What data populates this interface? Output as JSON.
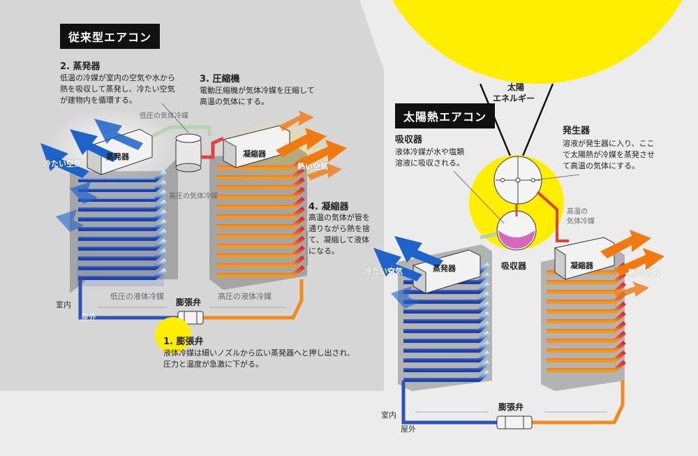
{
  "colors": {
    "cold": "#2f55b7",
    "hot": "#e33b2c",
    "warm": "#f08a1e",
    "sun": "#ffee00",
    "bg_left": "#d8d8d8",
    "bg_right": "#ececec"
  },
  "left": {
    "title": "従来型エアコン",
    "step2": {
      "heading": "2. 蒸発器",
      "lines": [
        "低温の冷媒が室内の空気や水から",
        "熱を吸収して蒸発し、冷たい空気",
        "が建物内を循環する。"
      ]
    },
    "step3": {
      "heading": "3. 圧縮機",
      "lines": [
        "電動圧縮機が気体冷媒を圧縮して",
        "高温の気体にする。"
      ]
    },
    "step4": {
      "heading": "4. 凝縮器",
      "lines": [
        "高温の気体が管を",
        "通りながら熱を捨",
        "て、凝縮して液体",
        "になる。"
      ]
    },
    "step1": {
      "heading": "1. 膨張弁",
      "lines": [
        "液体冷媒は細いノズルから広い蒸発器へと押し出され、",
        "圧力と温度が急激に下がる。"
      ]
    },
    "evaporator": "蒸発器",
    "condenser": "凝縮器",
    "cold_air": "冷たい空気",
    "hot_air": "熱い空気",
    "low_gas": "低圧の気体冷媒",
    "high_gas": "高圧の気体冷媒",
    "low_liquid": "低圧の液体冷媒",
    "high_liquid": "高圧の液体冷媒",
    "valve": "膨張弁",
    "indoor": "室内",
    "outdoor": "屋外"
  },
  "right": {
    "title": "太陽熱エアコン",
    "solar_line1": "太陽",
    "solar_line2": "エネルギー",
    "absorber": {
      "heading": "吸収器",
      "lines": [
        "液体冷媒が水や塩類",
        "溶液に吸収される。"
      ]
    },
    "generator": {
      "heading": "発生器",
      "lines": [
        "溶液が発生器に入り、ここ",
        "で太陽熱が冷媒を蒸発させ",
        "て高温の気体にする。"
      ]
    },
    "hot_gas_line1": "高温の",
    "hot_gas_line2": "気体冷媒",
    "absorber_label": "吸収器",
    "evaporator": "蒸発器",
    "condenser": "凝縮器",
    "cold_air": "冷たい空気",
    "hot_air": "熱い空気",
    "valve": "膨張弁",
    "indoor": "室内",
    "outdoor": "屋外"
  }
}
